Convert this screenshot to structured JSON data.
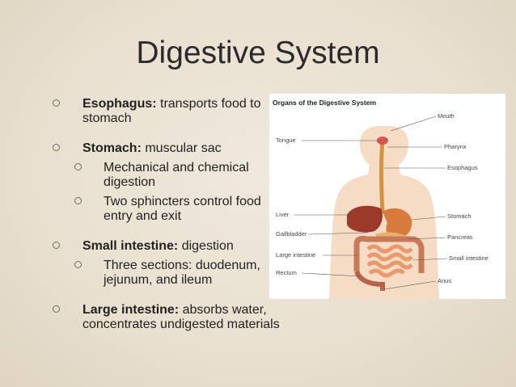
{
  "title": "Digestive System",
  "bullets": [
    {
      "term": "Esophagus:",
      "text": " transports food to stomach"
    },
    {
      "term": "Stomach:",
      "text": " muscular sac",
      "sub": [
        "Mechanical and chemical digestion",
        "Two sphincters control food entry and exit"
      ]
    },
    {
      "term": "Small intestine:",
      "text": " digestion",
      "sub": [
        "Three sections: duodenum, jejunum, and ileum"
      ]
    },
    {
      "term": "Large intestine:",
      "text": " absorbs water, concentrates undigested materials"
    }
  ],
  "diagram": {
    "title": "Organs of the Digestive System",
    "left_labels": [
      "Tongue",
      "Liver",
      "Gallbladder",
      "Large intestine",
      "Rectum"
    ],
    "right_labels": [
      "Mouth",
      "Pharynx",
      "Esophagus",
      "Stomach",
      "Pancreas",
      "Small intestine",
      "Anus"
    ]
  }
}
